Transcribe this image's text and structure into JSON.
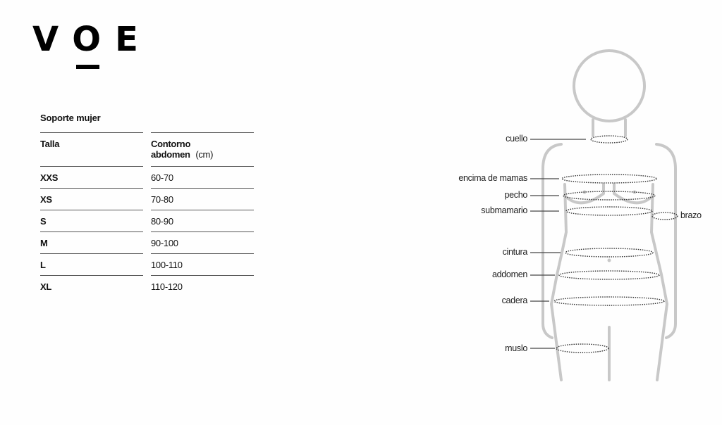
{
  "brand": {
    "logo_text": "VOE"
  },
  "size_table": {
    "title": "Soporte mujer",
    "headers": {
      "size": "Talla",
      "measure": "Contorno abdomen",
      "unit": "(cm)"
    },
    "rows": [
      {
        "size": "XXS",
        "range": "60-70"
      },
      {
        "size": "XS",
        "range": "70-80"
      },
      {
        "size": "S",
        "range": "80-90"
      },
      {
        "size": "M",
        "range": "90-100"
      },
      {
        "size": "L",
        "range": "100-110"
      },
      {
        "size": "XL",
        "range": "110-120"
      }
    ]
  },
  "diagram": {
    "labels": {
      "neck": "cuello",
      "above_bust": "encima de mamas",
      "bust": "pecho",
      "under_bust": "submamario",
      "arm": "brazo",
      "waist": "cintura",
      "abdomen": "addomen",
      "hip": "cadera",
      "thigh": "muslo"
    },
    "colors": {
      "outline": "#c8c8c8",
      "label": "#222222",
      "dotted": "#333333"
    }
  }
}
